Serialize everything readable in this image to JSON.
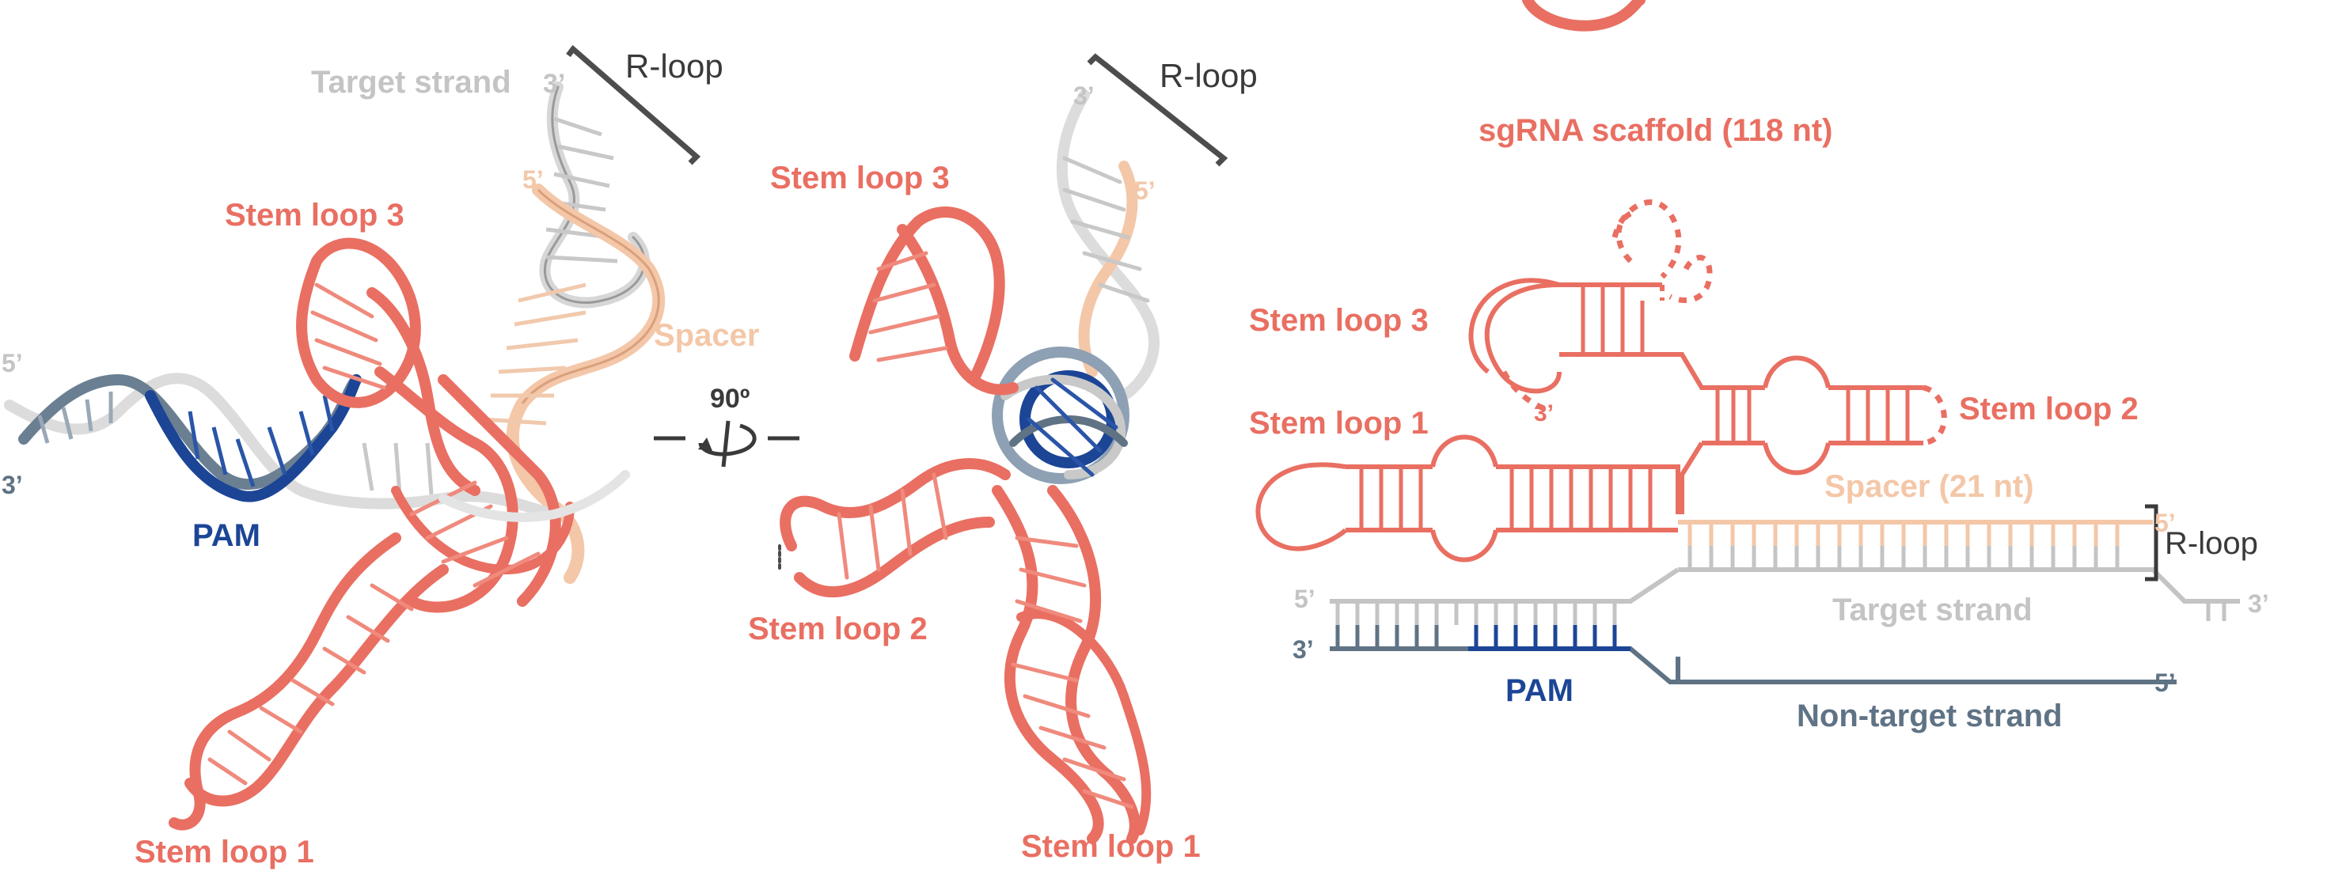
{
  "colors": {
    "sgrna": "#e96f62",
    "sgrna_light": "#f08878",
    "spacer": "#f3c7a8",
    "target": "#c4c4c4",
    "target_dark": "#9a9a9a",
    "nontarget": "#5f7385",
    "pam": "#1c4596",
    "bracket": "#4d4d4d"
  },
  "left_view": {
    "r_loop": "R-loop",
    "target_strand": "Target strand",
    "target_3prime": "3’",
    "spacer_5prime": "5’",
    "stem_loop_3": "Stem loop 3",
    "spacer": "Spacer",
    "dna_5prime": "5’",
    "dna_3prime": "3’",
    "pam": "PAM",
    "stem_loop_1": "Stem loop 1"
  },
  "rotation": {
    "angle": "90º"
  },
  "middle_view": {
    "target_3prime": "3’",
    "r_loop": "R-loop",
    "spacer_5prime": "5’",
    "stem_loop_3": "Stem loop 3",
    "stem_loop_2": "Stem loop 2",
    "stem_loop_1": "Stem loop 1"
  },
  "schematic": {
    "title": "sgRNA scaffold (118 nt)",
    "stem_loop_3": "Stem loop 3",
    "sgrna_3prime": "3’",
    "stem_loop_2": "Stem loop 2",
    "stem_loop_1": "Stem loop 1",
    "spacer": "Spacer (21 nt)",
    "spacer_5prime": "5’",
    "r_loop": "R-loop",
    "target_5prime": "5’",
    "target_strand": "Target strand",
    "target_3prime": "3’",
    "nontarget_3prime": "3’",
    "pam": "PAM",
    "nontarget_5prime": "5’",
    "nontarget_strand": "Non-target strand"
  }
}
